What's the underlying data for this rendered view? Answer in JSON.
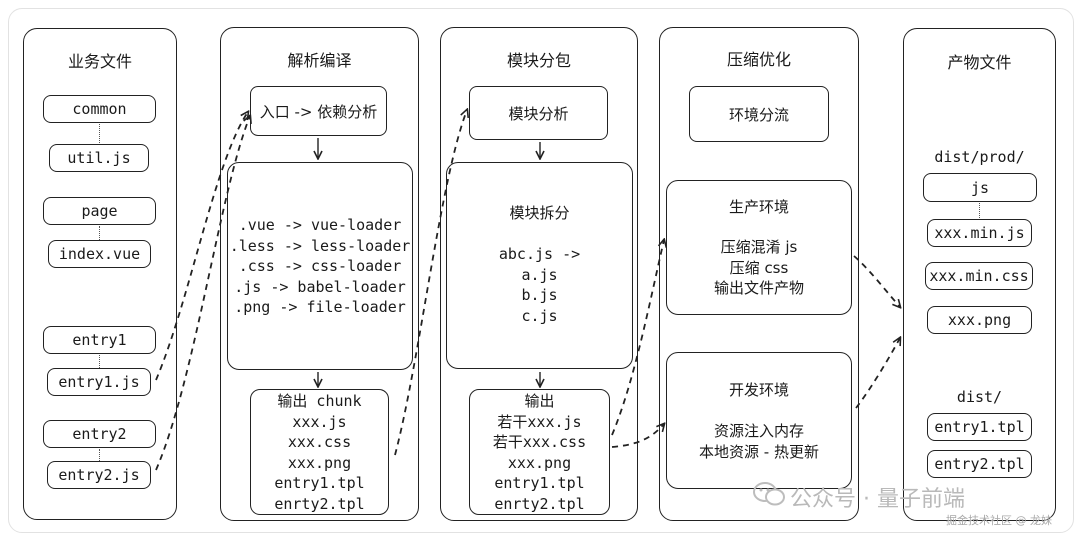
{
  "columns": {
    "files": {
      "title": "业务文件"
    },
    "compile": {
      "title": "解析编译"
    },
    "bundle": {
      "title": "模块分包"
    },
    "optimize": {
      "title": "压缩优化"
    },
    "output": {
      "title": "产物文件"
    }
  },
  "files": {
    "common": "common",
    "util": "util.js",
    "page": "page",
    "index": "index.vue",
    "entry1": "entry1",
    "entry1js": "entry1.js",
    "entry2": "entry2",
    "entry2js": "entry2.js"
  },
  "compile": {
    "entry": "入口 -> 依赖分析",
    "loaders": [
      ".vue -> vue-loader",
      ".less -> less-loader",
      ".css -> css-loader",
      ".js -> babel-loader",
      ".png -> file-loader"
    ],
    "output": [
      "输出 chunk",
      "xxx.js",
      "xxx.css",
      "xxx.png",
      "entry1.tpl",
      "enrty2.tpl"
    ]
  },
  "bundle": {
    "analyze": "模块分析",
    "split_title": "模块拆分",
    "split": [
      "abc.js ->",
      "a.js",
      "b.js",
      "c.js"
    ],
    "output": [
      "输出",
      "若干xxx.js",
      "若干xxx.css",
      "xxx.png",
      "entry1.tpl",
      "enrty2.tpl"
    ]
  },
  "optimize": {
    "env_split": "环境分流",
    "prod_title": "生产环境",
    "prod_lines": [
      "压缩混淆 js",
      "压缩 css",
      "输出文件产物"
    ],
    "dev_title": "开发环境",
    "dev_lines": [
      "资源注入内存",
      "本地资源 - 热更新"
    ]
  },
  "output": {
    "prod_dir": "dist/prod/",
    "prod_files": [
      "js",
      "xxx.min.js",
      "xxx.min.css",
      "xxx.png"
    ],
    "dist_dir": "dist/",
    "dist_files": [
      "entry1.tpl",
      "entry2.tpl"
    ]
  },
  "watermark": {
    "brand": "公众号 · 量子前端",
    "site": "掘金技术社区 @ 龙妹"
  },
  "colors": {
    "stroke": "#222222",
    "watermark": "#b9b9b9"
  }
}
